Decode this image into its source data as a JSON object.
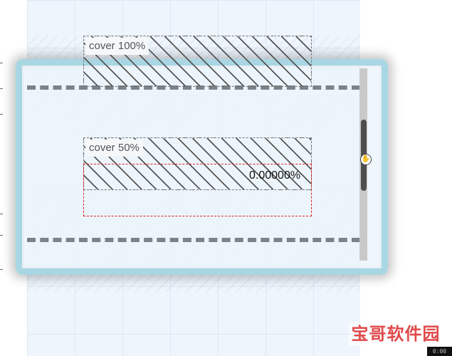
{
  "boxes": {
    "cover_full_label": "cover 100%",
    "cover_half_label": "cover 50%"
  },
  "progress_text": "0.00000%",
  "watermark": "宝哥软件园",
  "timer": "0:00",
  "colors": {
    "frame": "#a9d6e3",
    "grid_background": "#eef5fc",
    "red_outline": "#e02020",
    "scroll_thumb": "#4e4e4e"
  },
  "icons": {
    "cursor": "hand-grab-cursor-icon"
  }
}
